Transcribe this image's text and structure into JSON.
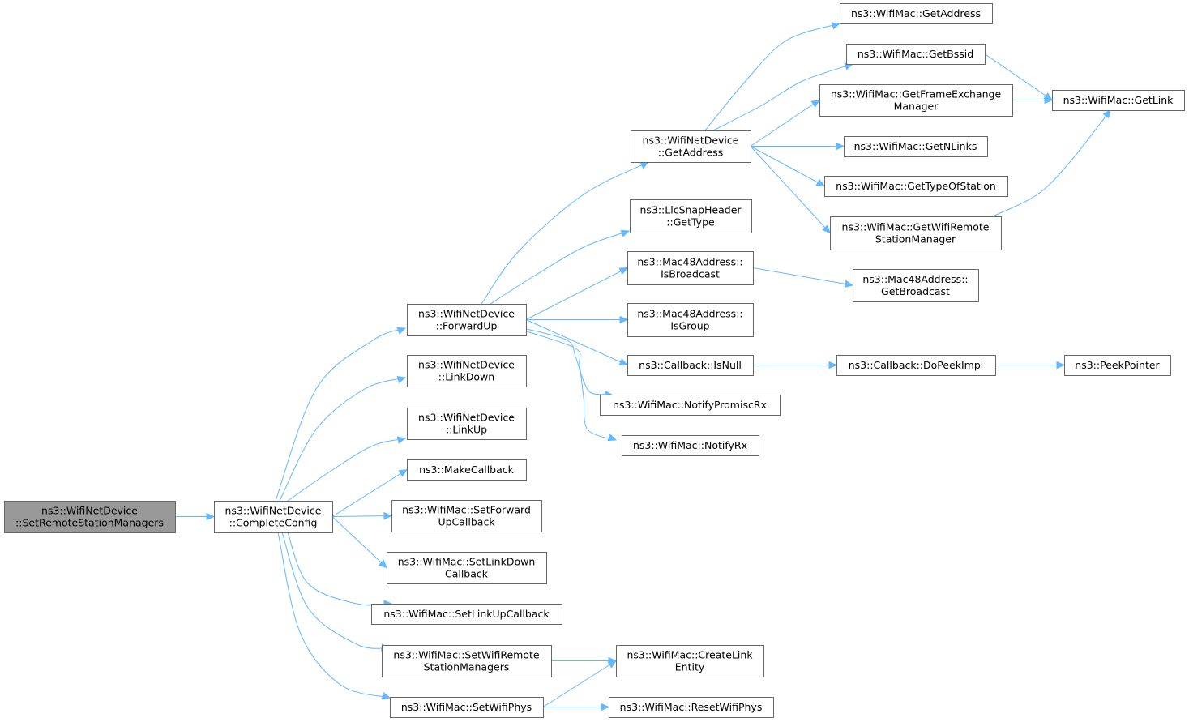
{
  "diagram": {
    "nodes": [
      {
        "id": "n0",
        "lines": [
          "ns3::WifiNetDevice",
          "::SetRemoteStationManagers"
        ],
        "root": true
      },
      {
        "id": "n1",
        "lines": [
          "ns3::WifiNetDevice",
          "::CompleteConfig"
        ]
      },
      {
        "id": "n2",
        "lines": [
          "ns3::WifiNetDevice",
          "::ForwardUp"
        ]
      },
      {
        "id": "n3",
        "lines": [
          "ns3::WifiNetDevice",
          "::LinkDown"
        ]
      },
      {
        "id": "n4",
        "lines": [
          "ns3::WifiNetDevice",
          "::LinkUp"
        ]
      },
      {
        "id": "n5",
        "lines": [
          "ns3::MakeCallback"
        ]
      },
      {
        "id": "n6",
        "lines": [
          "ns3::WifiMac::SetForward",
          "UpCallback"
        ]
      },
      {
        "id": "n7",
        "lines": [
          "ns3::WifiMac::SetLinkDown",
          "Callback"
        ]
      },
      {
        "id": "n8",
        "lines": [
          "ns3::WifiMac::SetLinkUpCallback"
        ]
      },
      {
        "id": "n9",
        "lines": [
          "ns3::WifiMac::SetWifiRemote",
          "StationManagers"
        ]
      },
      {
        "id": "n10",
        "lines": [
          "ns3::WifiMac::SetWifiPhys"
        ]
      },
      {
        "id": "n11",
        "lines": [
          "ns3::WifiNetDevice",
          "::GetAddress"
        ]
      },
      {
        "id": "n12",
        "lines": [
          "ns3::LlcSnapHeader",
          "::GetType"
        ]
      },
      {
        "id": "n13",
        "lines": [
          "ns3::Mac48Address::",
          "IsBroadcast"
        ]
      },
      {
        "id": "n14",
        "lines": [
          "ns3::Mac48Address::",
          "IsGroup"
        ]
      },
      {
        "id": "n15",
        "lines": [
          "ns3::Callback::IsNull"
        ]
      },
      {
        "id": "n16",
        "lines": [
          "ns3::WifiMac::NotifyPromiscRx"
        ]
      },
      {
        "id": "n17",
        "lines": [
          "ns3::WifiMac::NotifyRx"
        ]
      },
      {
        "id": "n18",
        "lines": [
          "ns3::WifiMac::CreateLink",
          "Entity"
        ]
      },
      {
        "id": "n19",
        "lines": [
          "ns3::WifiMac::ResetWifiPhys"
        ]
      },
      {
        "id": "n20",
        "lines": [
          "ns3::WifiMac::GetAddress"
        ]
      },
      {
        "id": "n21",
        "lines": [
          "ns3::WifiMac::GetBssid"
        ]
      },
      {
        "id": "n22",
        "lines": [
          "ns3::WifiMac::GetFrameExchange",
          "Manager"
        ]
      },
      {
        "id": "n23",
        "lines": [
          "ns3::WifiMac::GetNLinks"
        ]
      },
      {
        "id": "n24",
        "lines": [
          "ns3::WifiMac::GetTypeOfStation"
        ]
      },
      {
        "id": "n25",
        "lines": [
          "ns3::WifiMac::GetWifiRemote",
          "StationManager"
        ]
      },
      {
        "id": "n26",
        "lines": [
          "ns3::Mac48Address::",
          "GetBroadcast"
        ]
      },
      {
        "id": "n27",
        "lines": [
          "ns3::Callback::DoPeekImpl"
        ]
      },
      {
        "id": "n28",
        "lines": [
          "ns3::WifiMac::GetLink"
        ]
      },
      {
        "id": "n29",
        "lines": [
          "ns3::PeekPointer"
        ]
      }
    ],
    "edges": [
      [
        "n0",
        "n1"
      ],
      [
        "n1",
        "n2"
      ],
      [
        "n1",
        "n3"
      ],
      [
        "n1",
        "n4"
      ],
      [
        "n1",
        "n5"
      ],
      [
        "n1",
        "n6"
      ],
      [
        "n1",
        "n7"
      ],
      [
        "n1",
        "n8"
      ],
      [
        "n1",
        "n9"
      ],
      [
        "n1",
        "n10"
      ],
      [
        "n2",
        "n11"
      ],
      [
        "n2",
        "n12"
      ],
      [
        "n2",
        "n13"
      ],
      [
        "n2",
        "n14"
      ],
      [
        "n2",
        "n15"
      ],
      [
        "n2",
        "n16"
      ],
      [
        "n2",
        "n17"
      ],
      [
        "n9",
        "n18"
      ],
      [
        "n10",
        "n18"
      ],
      [
        "n10",
        "n19"
      ],
      [
        "n11",
        "n20"
      ],
      [
        "n11",
        "n21"
      ],
      [
        "n11",
        "n22"
      ],
      [
        "n11",
        "n23"
      ],
      [
        "n11",
        "n24"
      ],
      [
        "n11",
        "n25"
      ],
      [
        "n13",
        "n26"
      ],
      [
        "n15",
        "n27"
      ],
      [
        "n27",
        "n29"
      ],
      [
        "n21",
        "n28"
      ],
      [
        "n22",
        "n28"
      ],
      [
        "n25",
        "n28"
      ]
    ],
    "colors": {
      "edge": "#63b8ff",
      "root_fill": "#999999",
      "border": "#666666"
    }
  }
}
